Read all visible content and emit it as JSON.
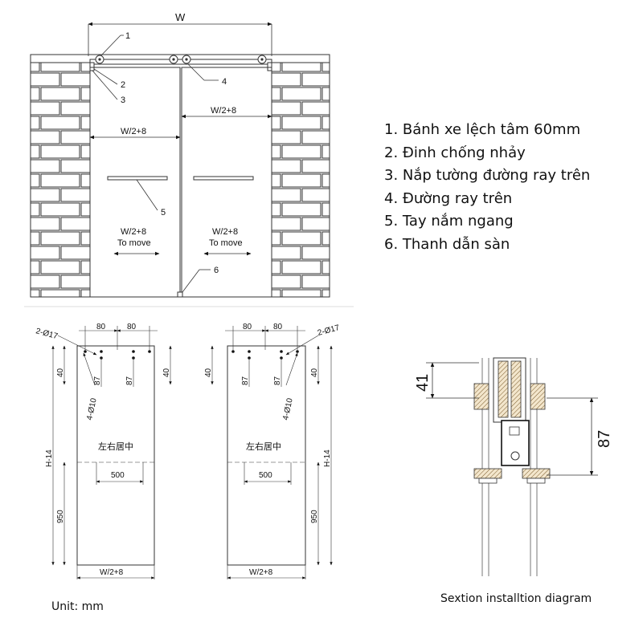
{
  "front_view": {
    "width_label": "W",
    "callouts": [
      "1",
      "2",
      "3",
      "4",
      "5",
      "6"
    ],
    "panel_width_top": "W/2+8",
    "panel_width_left": "W/2+8",
    "move_left": "W/2+8",
    "move_right": "W/2+8",
    "move_text": "To move"
  },
  "legend": {
    "items": [
      "1. Bánh xe lệch tâm 60mm",
      "2.  Đinh chống nhảy",
      "3. Nắp tường đường ray trên",
      "4. Đường ray trên",
      "5. Tay nắm ngang",
      "6. Thanh dẫn sàn"
    ]
  },
  "panel_drawing": {
    "hole_large": "2-Ø17",
    "hole_small": "4-Ø10",
    "dim_80": "80",
    "dim_40": "40",
    "dim_87": "87",
    "height": "H-14",
    "handle_height": "950",
    "handle_width": "500",
    "center_note": "左右居中",
    "panel_width": "W/2+8"
  },
  "section": {
    "dim_41": "41",
    "dim_87": "87",
    "title": "Sextion installtion diagram"
  },
  "unit_label": "Unit: mm"
}
